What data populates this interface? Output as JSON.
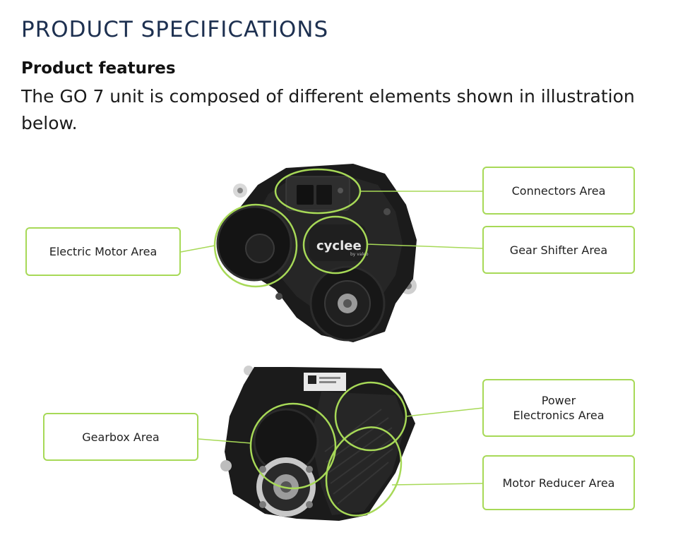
{
  "header": {
    "title": "PRODUCT SPECIFICATIONS",
    "subtitle": "Product features",
    "intro": "The GO 7 unit is composed of different elements shown in illustration below."
  },
  "unit_logo": {
    "brand": "cyclee",
    "sub": "by valeo"
  },
  "callouts": {
    "connectors": "Connectors Area",
    "gear_shifter": "Gear Shifter Area",
    "electric_motor": "Electric Motor Area",
    "power_electronics": "Power\nElectronics Area",
    "gearbox": "Gearbox Area",
    "motor_reducer": "Motor Reducer Area"
  },
  "colors": {
    "title": "#1d3050",
    "accent_green": "#a7d957",
    "unit_body": "#1b1b1b"
  }
}
